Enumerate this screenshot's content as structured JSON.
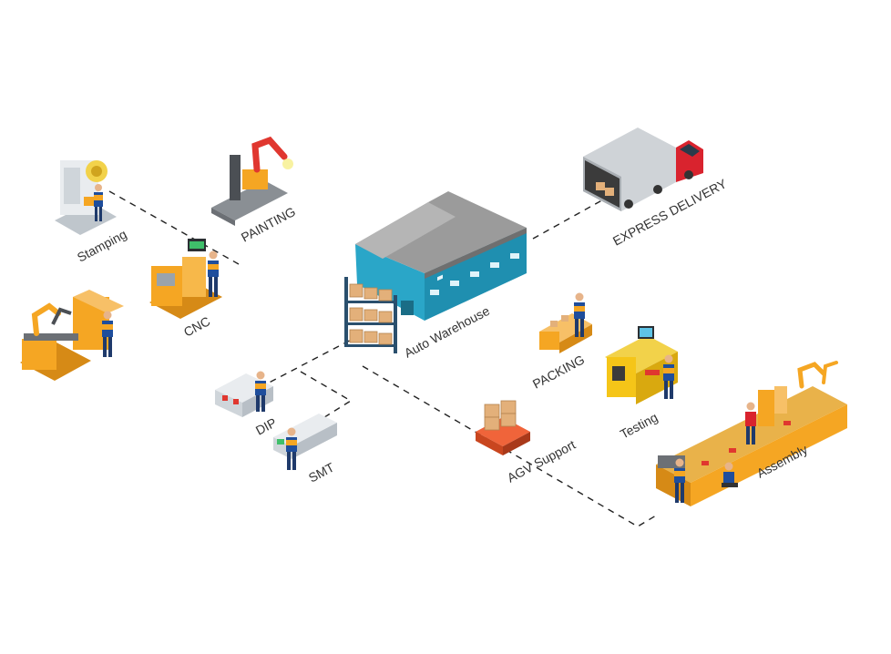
{
  "labels": {
    "stamping": "Stamping",
    "painting": "PAINTING",
    "cnc": "CNC",
    "auto_warehouse": "Auto Warehouse",
    "express_delivery": "EXPRESS DELIVERY",
    "packing": "PACKING",
    "testing": "Testing",
    "dip": "DIP",
    "smt": "SMT",
    "agv_support": "AGV Support",
    "assembly": "Assembly"
  },
  "colors": {
    "warehouse_wall": "#2aa6c8",
    "warehouse_roof": "#8c8c8c",
    "machine_orange": "#f5a623",
    "worker_blue": "#1f4e9c",
    "truck_red": "#d9232e",
    "connector": "#222222"
  }
}
